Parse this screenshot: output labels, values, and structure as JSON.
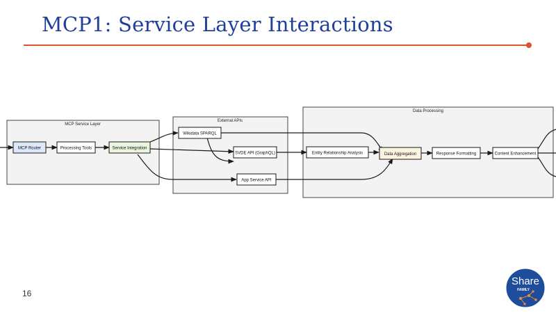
{
  "slide": {
    "title": "MCP1: Service Layer Interactions",
    "page_number": "16",
    "accent_color": "#d9552b",
    "title_color": "#1f3f9a"
  },
  "diagram": {
    "groups": {
      "mcp_service_layer": "MCP Service Layer",
      "external_apis": "External APIs",
      "data_processing": "Data Processing"
    },
    "nodes": {
      "mcp_router": "MCP Router",
      "processing_tools": "Processing Tools",
      "service_integration": "Service Integration",
      "wikidata_sparql": "Wikidata SPARQL",
      "svde_api": "SVDE API (GraphQL)",
      "app_service_api": "App Service API",
      "entity_relationship_analysis": "Entity Relationship Analysis",
      "data_aggregation": "Data Aggregation",
      "response_formatting": "Response Formatting",
      "content_enhancement": "Content Enhancement"
    },
    "colors": {
      "group_fill": "#f3f3f3",
      "node_fill": "#ffffff",
      "router_fill": "#dde9fb",
      "integration_fill": "#e9f5dc",
      "aggregation_fill": "#fbf5df"
    }
  },
  "logo": {
    "text": "Share",
    "subtext": "FAMILY",
    "color": "#1e4d9b"
  }
}
